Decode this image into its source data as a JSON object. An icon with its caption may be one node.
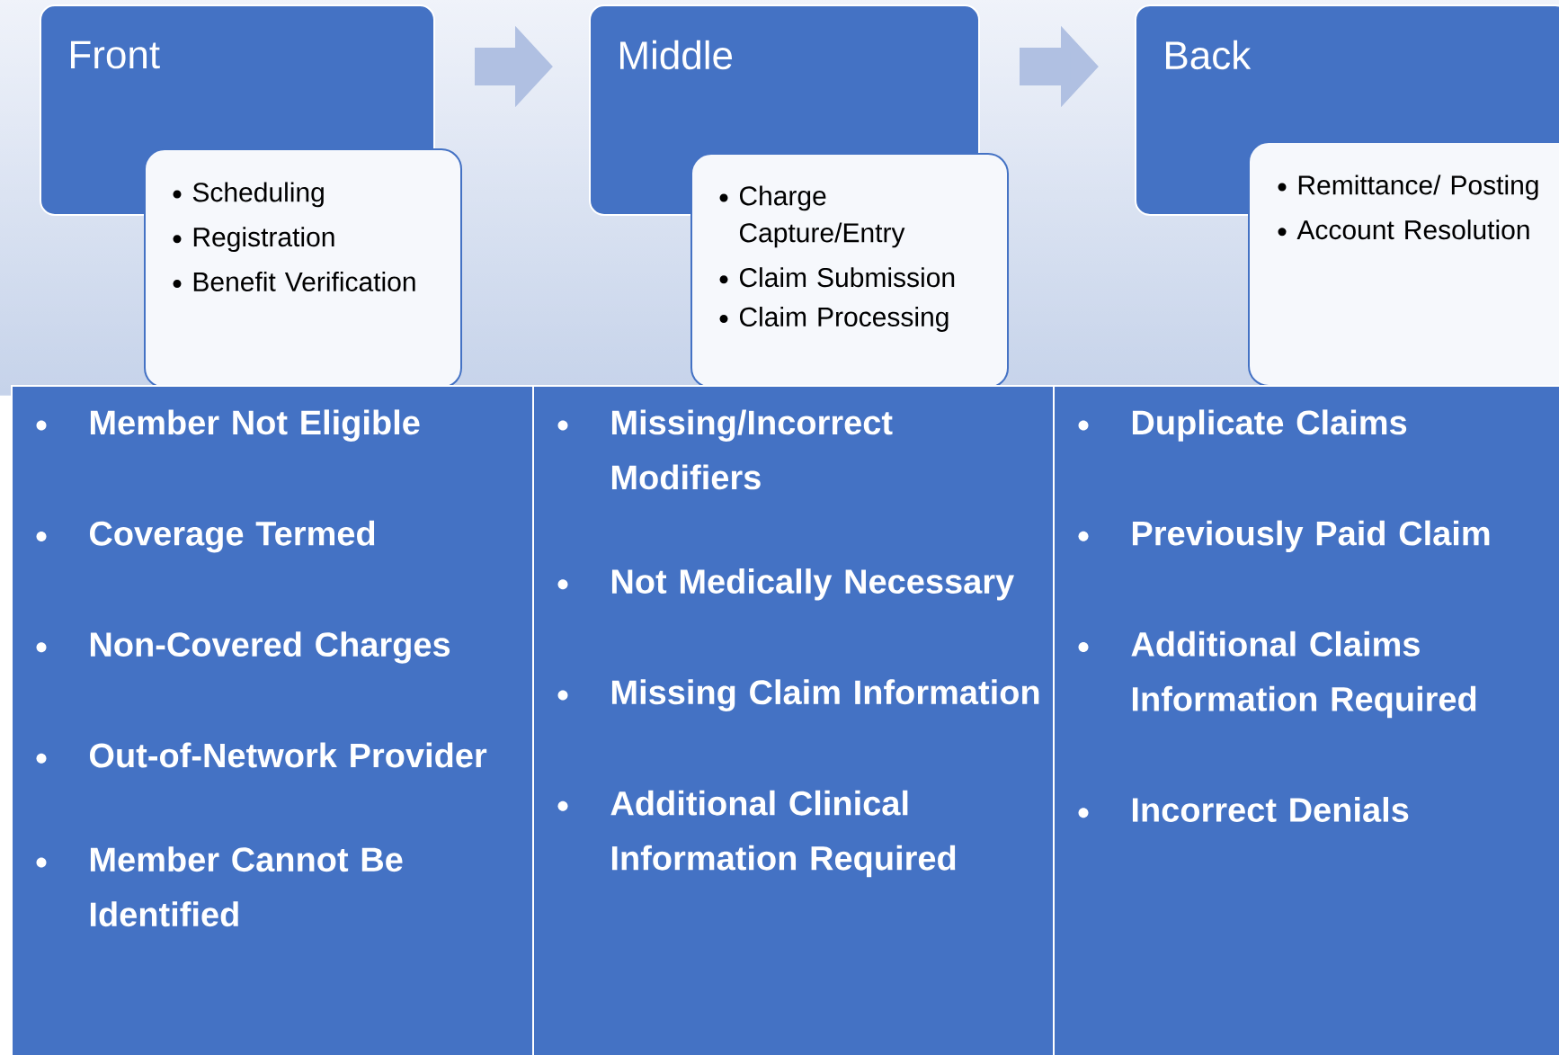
{
  "diagram": {
    "nodes": [
      {
        "text": [
          "Front"
        ]
      },
      {
        "text": [
          "Scheduling",
          "Registration",
          "Benefit Verification"
        ]
      },
      {
        "text": [
          "Middle"
        ]
      },
      {
        "text": [
          "Charge Capture/Entry",
          "Claim Submission",
          "Claim Processing"
        ]
      },
      {
        "text": [
          "Back"
        ]
      },
      {
        "text": [
          "Remittance/ Posting",
          "Account Resolution"
        ]
      },
      {
        "text": [
          "Member Not Eligible",
          "Coverage Termed",
          "Non-Covered Charges",
          "Out-of-Network Provider",
          "Member Cannot Be Identified"
        ]
      },
      {
        "text": [
          "Missing/Incorrect Modifiers",
          "Not Medically Necessary",
          "Missing Claim Information",
          "Additional Clinical Information Required"
        ]
      },
      {
        "text": [
          "Duplicate Claims",
          "Previously Paid Claim",
          "Additional Claims Information Required",
          "Incorrect Denials"
        ]
      }
    ],
    "edges": [
      {
        "from": 0,
        "to": 2,
        "arrow": "to"
      },
      {
        "from": 2,
        "to": 4,
        "arrow": "to"
      }
    ]
  }
}
